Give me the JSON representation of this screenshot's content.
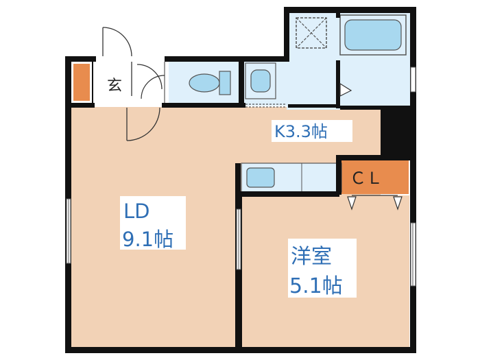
{
  "rooms": {
    "ld_name": "LD",
    "ld_size": "9.1帖",
    "kitchen": "K3.3帖",
    "western_name": "洋室",
    "western_size": "5.1帖",
    "closet": "ＣＬ",
    "entrance": "玄"
  },
  "colors": {
    "room_floor": "#f2d2b6",
    "wet_area": "#dff0fb",
    "fixture_fill": "#a8d8ef",
    "closet_fill": "#e88c4e",
    "wall": "#111111",
    "label_text": "#2f6fb5",
    "label_bg": "#ffffff"
  },
  "icons": {
    "bath": "bathtub-icon",
    "toilet": "toilet-icon",
    "washbasin": "washbasin-icon",
    "washer": "washing-machine-pan-icon",
    "sink": "kitchen-sink-icon"
  }
}
